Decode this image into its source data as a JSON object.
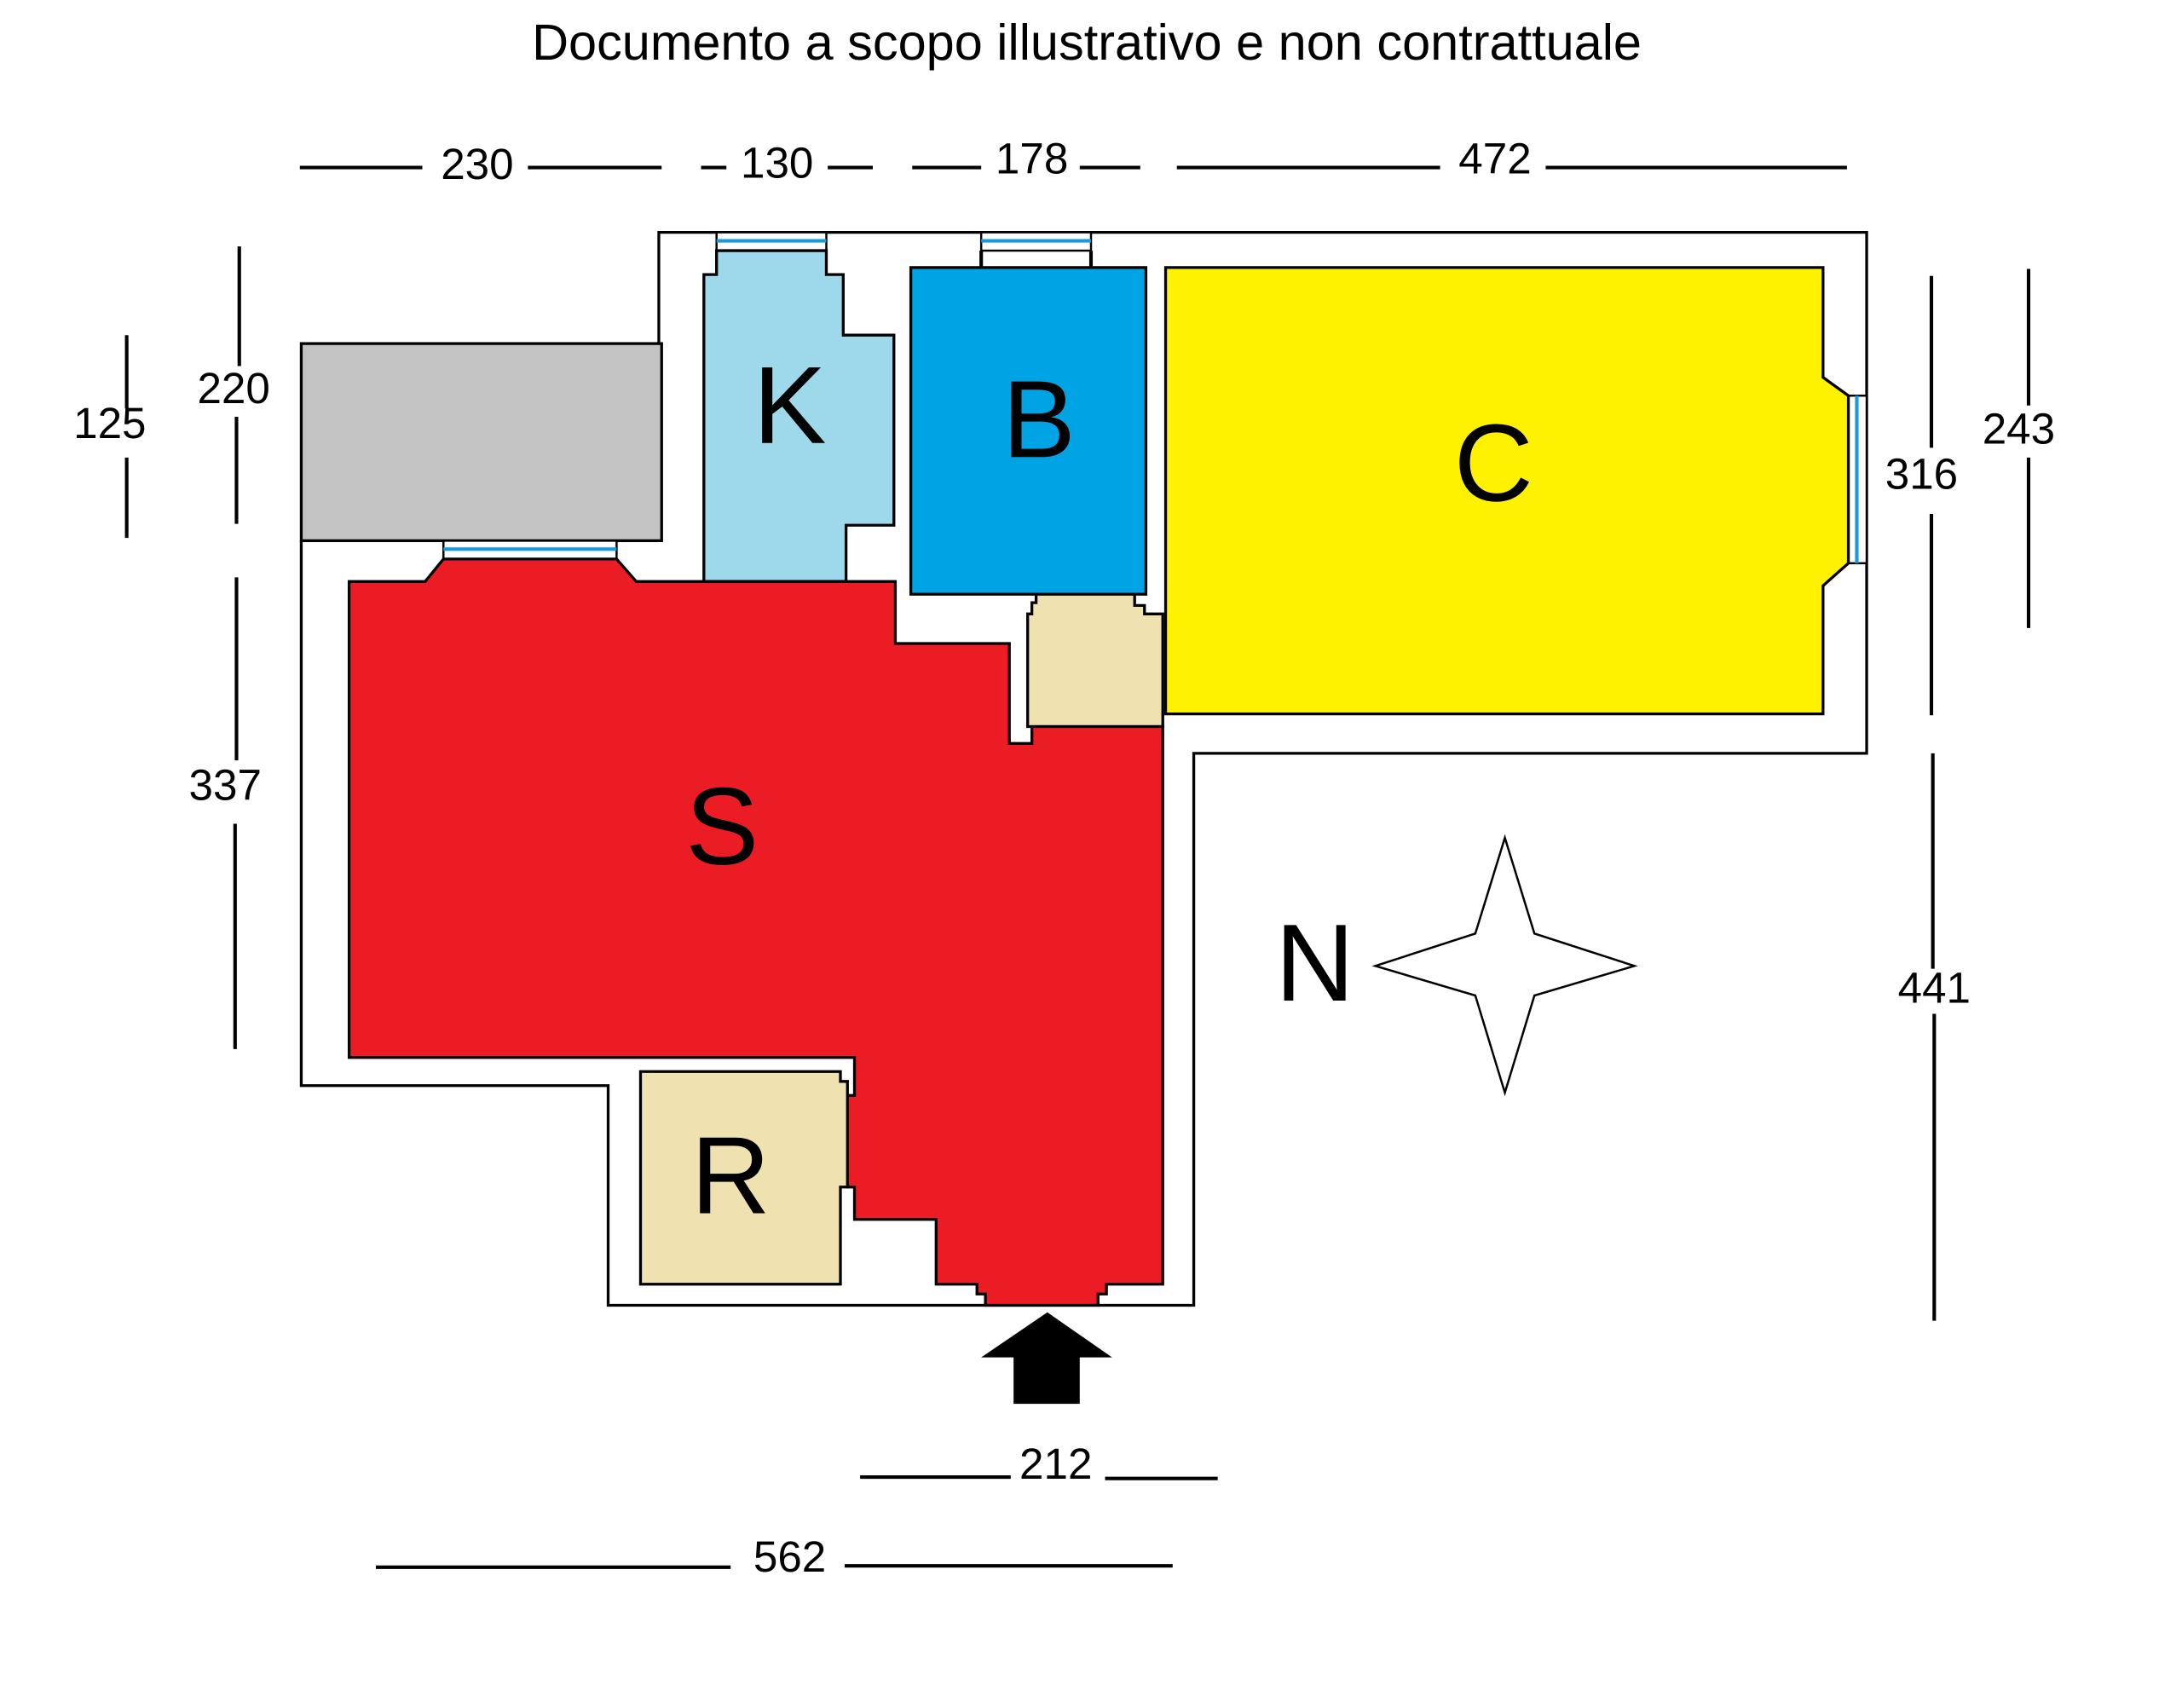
{
  "title": "Documento a scopo illustrativo e non contrattuale",
  "rooms": {
    "K": {
      "label": "K",
      "color": "#9dd9ea"
    },
    "B": {
      "label": "B",
      "color": "#00a3e4"
    },
    "C": {
      "label": "C",
      "color": "#fff200"
    },
    "S": {
      "label": "S",
      "color": "#ec1c24"
    },
    "R": {
      "label": "R",
      "color": "#efe2b0"
    },
    "gray_area": {
      "color": "#c3c3c3"
    }
  },
  "compass": {
    "label": "N"
  },
  "dimensions": {
    "top_1": "230",
    "top_2": "130",
    "top_3": "178",
    "top_4": "472",
    "left_1": "125",
    "left_2": "220",
    "left_3": "337",
    "right_1": "316",
    "right_2": "243",
    "right_3": "441",
    "bottom_1": "212",
    "bottom_2": "562"
  },
  "entrance_icon": "arrow-up-icon"
}
